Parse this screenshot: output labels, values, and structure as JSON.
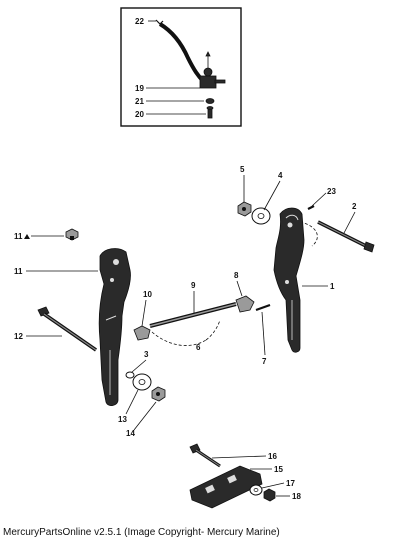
{
  "caption": "MercuryPartsOnline v2.5.1 (Image Copyright- Mercury Marine)",
  "callouts": {
    "c22": "22",
    "c19": "19",
    "c21": "21",
    "c20": "20",
    "c5": "5",
    "c4": "4",
    "c23": "23",
    "c2": "2",
    "c11a": "11",
    "c11": "11",
    "c1": "1",
    "c8": "8",
    "c9": "9",
    "c10": "10",
    "c12": "12",
    "c6": "6",
    "c7": "7",
    "c3": "3",
    "c13": "13",
    "c14": "14",
    "c16": "16",
    "c15": "15",
    "c17": "17",
    "c18": "18"
  },
  "icons": {
    "inset_frame": "rectangle-frame",
    "triangle_marker": "triangle-marker-icon"
  }
}
